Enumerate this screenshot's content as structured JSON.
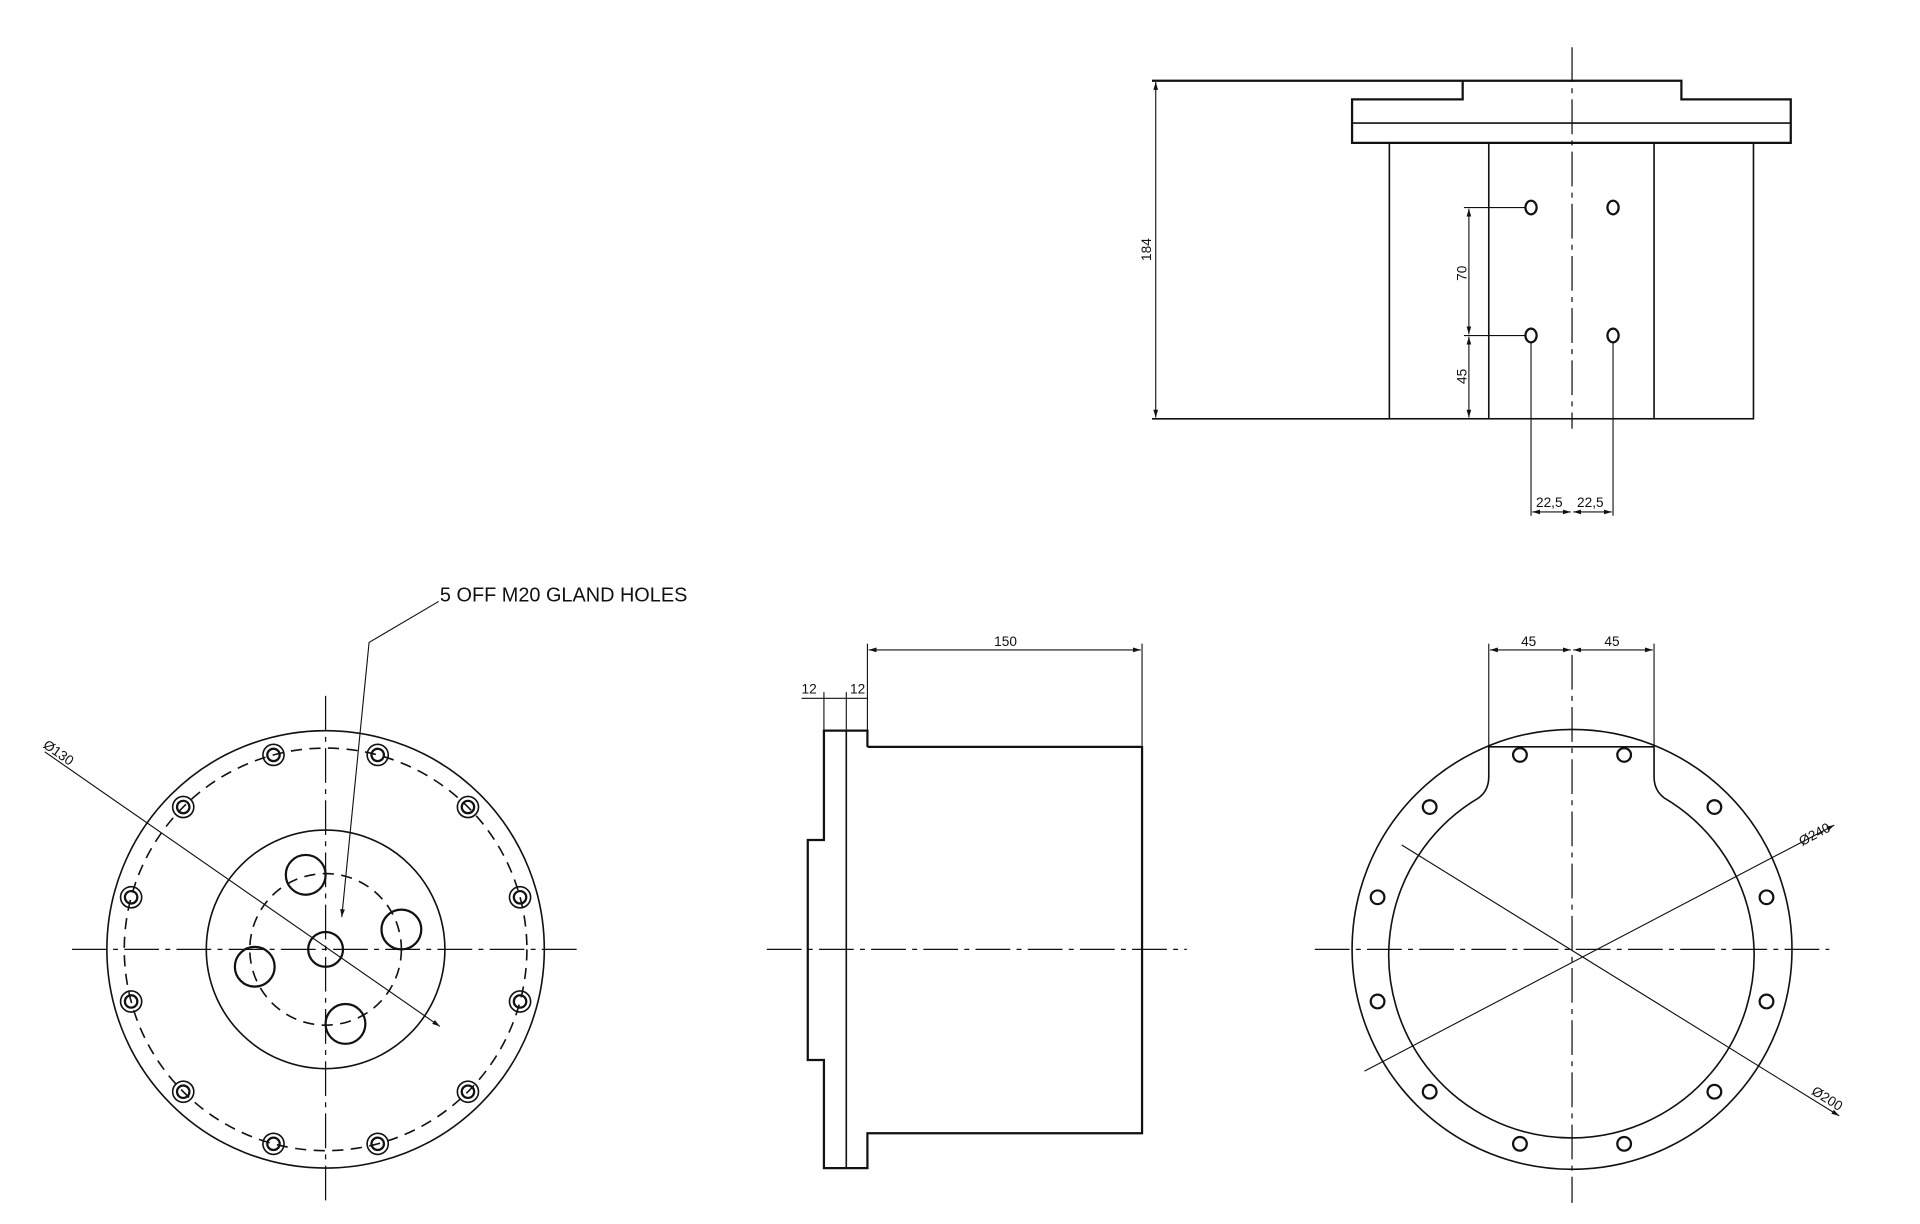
{
  "drawing": {
    "side_elevation": {
      "overall_height": "184",
      "hole_spacing_vertical": "70",
      "hole_offset_bottom": "45",
      "hole_offset_left": "22,5",
      "hole_offset_right": "22,5"
    },
    "front_view": {
      "diameter_label": "Ø130",
      "note": "5 OFF M20 GLAND HOLES"
    },
    "section_view": {
      "body_length": "150",
      "flange_thickness_1": "12",
      "flange_thickness_2": "12"
    },
    "rear_view": {
      "slot_left": "45",
      "slot_right": "45",
      "outer_diameter": "Ø240",
      "inner_diameter": "Ø200"
    }
  }
}
